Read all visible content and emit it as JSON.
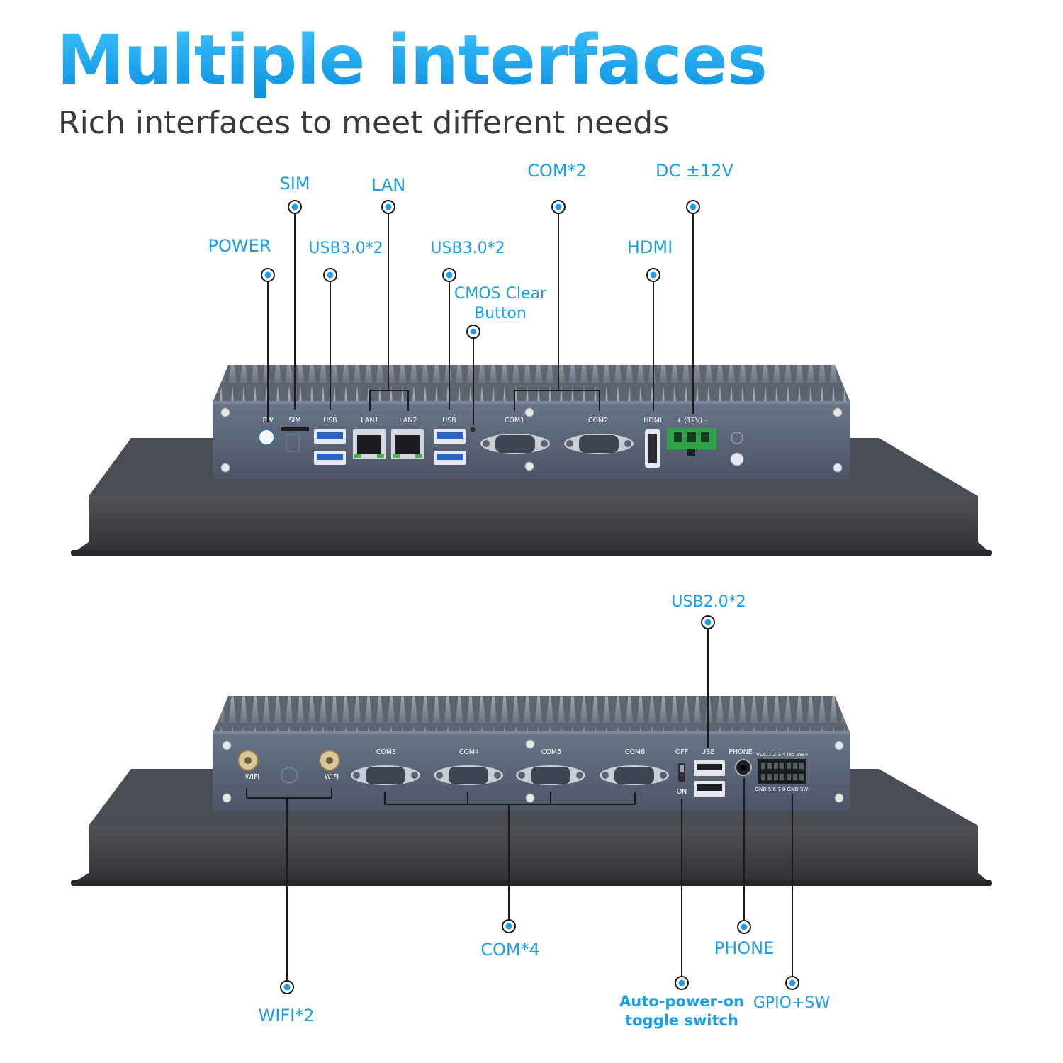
{
  "header": {
    "title": "Multiple interfaces",
    "subtitle": "Rich interfaces to meet different needs"
  },
  "top_callouts": {
    "sim": "SIM",
    "lan": "LAN",
    "com2": "COM*2",
    "dc": "DC ±12V",
    "power": "POWER",
    "usb30_left": "USB3.0*2",
    "usb30_right": "USB3.0*2",
    "hdmi": "HDMI",
    "cmos_line1": "CMOS Clear",
    "cmos_line2": "Button"
  },
  "top_panel_labels": {
    "pw": "PW",
    "sim": "SIM",
    "usb_left": "USB",
    "lan1": "LAN1",
    "lan2": "LAN2",
    "usb_right": "USB",
    "com1": "COM1",
    "com2": "COM2",
    "hdmi": "HDMI",
    "dc": "+  (12V)  -"
  },
  "bottom_callouts": {
    "usb20": "USB2.0*2",
    "com4": "COM*4",
    "phone": "PHONE",
    "wifi": "WIFI*2",
    "auto_line1": "Auto-power-on",
    "auto_line2": "toggle switch",
    "gpio": "GPIO+SW"
  },
  "bottom_panel_labels": {
    "wifi_left": "WIFI",
    "wifi_right": "WIFI",
    "com3": "COM3",
    "com4": "COM4",
    "com5": "COM5",
    "com6": "COM6",
    "off": "OFF",
    "on": "ON",
    "usb": "USB",
    "phone": "PHONE",
    "gpio_top": "VCC 1 2 3 4 led SW+",
    "gpio_bottom": "GND 5 6 7 8 GND SW-"
  },
  "colors": {
    "accent": "#1c9ee6",
    "panel": "#5b6679",
    "chassis": "#3b3d42"
  }
}
